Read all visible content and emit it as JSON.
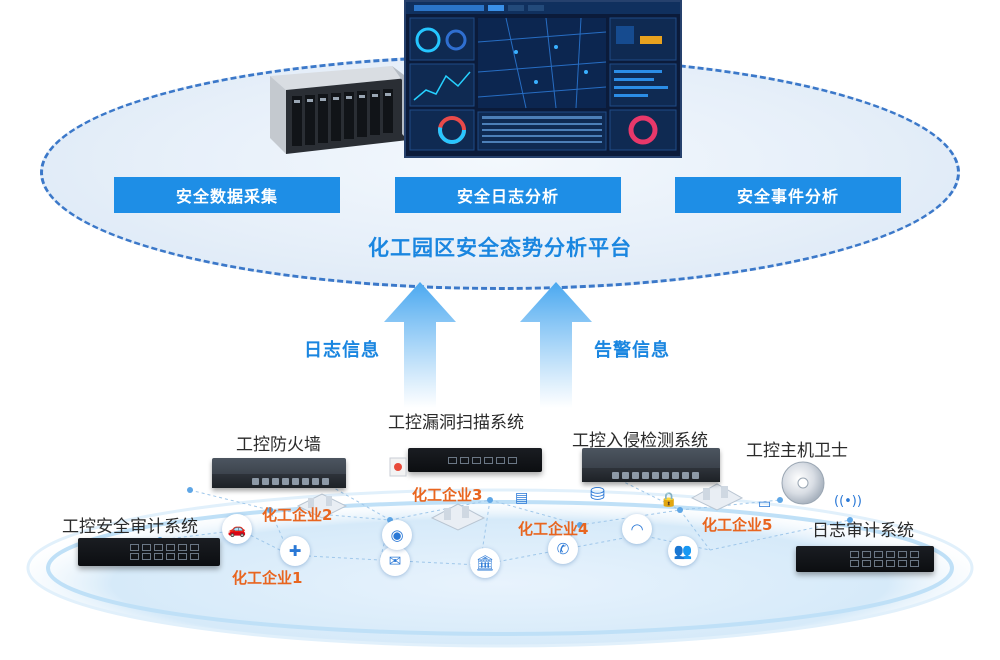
{
  "platform": {
    "title": "化工园区安全态势分析平台",
    "modules": [
      "安全数据采集",
      "安全日志分析",
      "安全事件分析"
    ]
  },
  "flows": {
    "left_label": "日志信息",
    "right_label": "告警信息"
  },
  "systems": {
    "firewall": "工控防火墙",
    "vuln_scan": "工控漏洞扫描系统",
    "ids": "工控入侵检测系统",
    "host_guard": "工控主机卫士",
    "security_audit": "工控安全审计系统",
    "log_audit": "日志审计系统"
  },
  "enterprises": [
    "化工企业1",
    "化工企业2",
    "化工企业3",
    "化工企业4",
    "化工企业5"
  ],
  "colors": {
    "accent_blue": "#1e8ee6",
    "title_blue": "#1a86e0",
    "enterprise_orange": "#e8651f",
    "ellipse_border": "#3b78c9"
  },
  "icons": [
    "server-rack-icon",
    "dashboard-screen-icon",
    "upload-arrow-icon",
    "car-icon",
    "medical-cross-icon",
    "mail-icon",
    "bank-icon",
    "phone-icon",
    "wifi-icon",
    "camera-icon",
    "document-icon",
    "factory-icon",
    "users-icon",
    "cd-disc-icon",
    "database-icon",
    "lock-icon"
  ]
}
